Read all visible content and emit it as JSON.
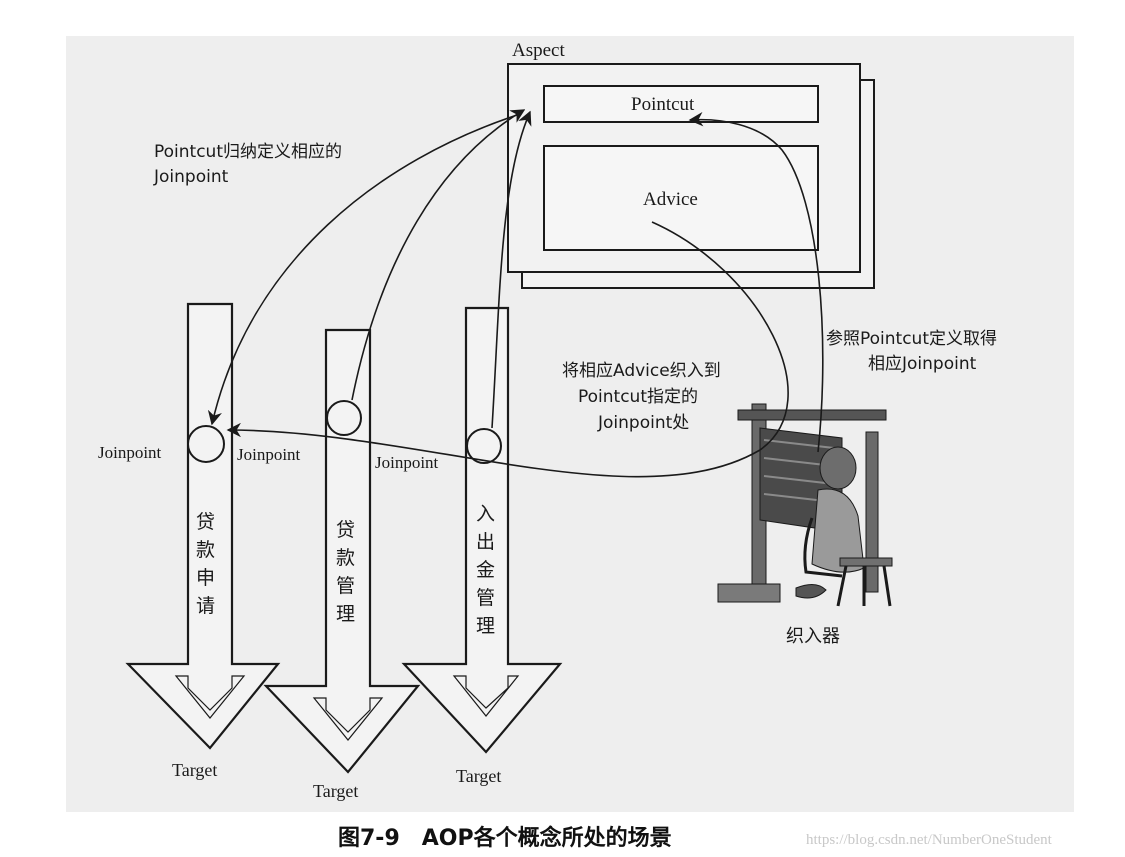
{
  "diagram": {
    "aspect_label": "Aspect",
    "pointcut_label": "Pointcut",
    "advice_label": "Advice",
    "note_left_line1": "Pointcut归纳定义相应的",
    "note_left_line2": "Joinpoint",
    "note_right_line1": "参照Pointcut定义取得",
    "note_right_line2": "相应Joinpoint",
    "note_center_line1": "将相应Advice织入到",
    "note_center_line2": "Pointcut指定的",
    "note_center_line3": "Joinpoint处",
    "weaver_label": "织入器",
    "targets": [
      {
        "joinpoint": "Joinpoint",
        "name_chars": [
          "贷",
          "款",
          "申",
          "请"
        ],
        "target": "Target"
      },
      {
        "joinpoint": "Joinpoint",
        "name_chars": [
          "贷",
          "款",
          "管",
          "理"
        ],
        "target": "Target"
      },
      {
        "joinpoint": "Joinpoint",
        "name_chars": [
          "入",
          "出",
          "金",
          "管",
          "理"
        ],
        "target": "Target"
      }
    ]
  },
  "caption": {
    "text": "图7-9　AOP各个概念所处的场景"
  },
  "watermark": {
    "text": "https://blog.csdn.net/NumberOneStudent"
  },
  "colors": {
    "paper": "#eeeeee",
    "ink": "#1a1a1a",
    "page": "#ffffff"
  }
}
